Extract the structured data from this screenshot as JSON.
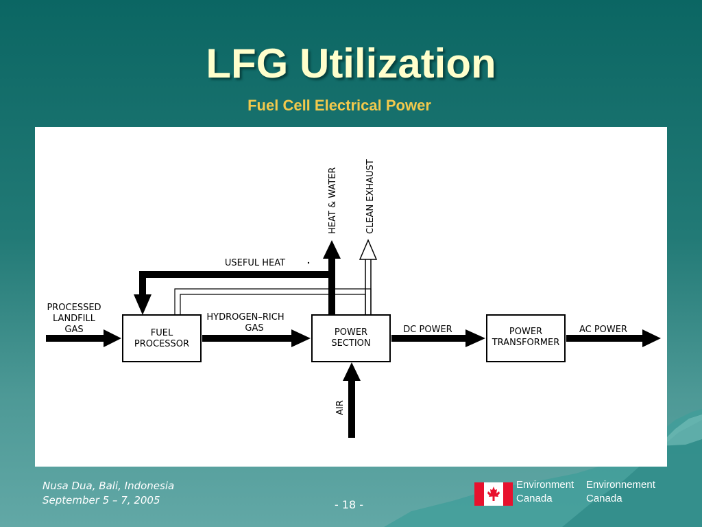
{
  "slide": {
    "title": "LFG Utilization",
    "subtitle": "Fuel Cell Electrical Power",
    "page_number": "- 18 -"
  },
  "footer": {
    "location": "Nusa Dua, Bali, Indonesia",
    "dates": "September 5 – 7, 2005"
  },
  "agency": {
    "en_line1": "Environment",
    "en_line2": "Canada",
    "fr_line1": "Environnement",
    "fr_line2": "Canada"
  },
  "diagram": {
    "input_label_1": "PROCESSED",
    "input_label_2": "LANDFILL",
    "input_label_3": "GAS",
    "fuel_processor_1": "FUEL",
    "fuel_processor_2": "PROCESSOR",
    "hydrogen_label_1": "HYDROGEN–RICH",
    "hydrogen_label_2": "GAS",
    "power_section_1": "POWER",
    "power_section_2": "SECTION",
    "dc_power": "DC POWER",
    "power_transformer_1": "POWER",
    "power_transformer_2": "TRANSFORMER",
    "ac_power": "AC POWER",
    "useful_heat": "USEFUL HEAT",
    "heat_water": "HEAT & WATER",
    "clean_exhaust": "CLEAN EXHAUST",
    "air": "AIR"
  },
  "colors": {
    "title": "#ffffcc",
    "subtitle": "#f2c94c",
    "background_top": "#0b6663",
    "flag_red": "#e8112d"
  }
}
